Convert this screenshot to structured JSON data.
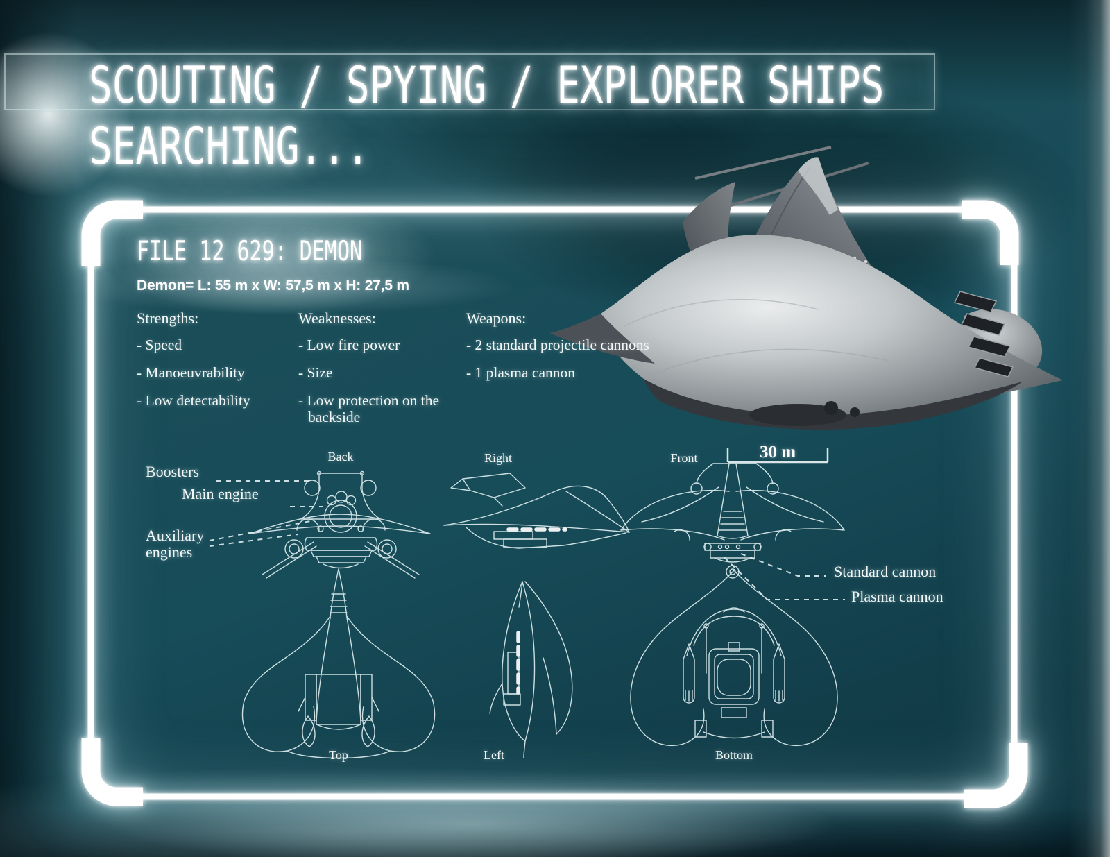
{
  "header": {
    "title": "SCOUTING / SPYING / EXPLORER SHIPS",
    "status": "SEARCHING..."
  },
  "panel": {
    "file_title": "FILE 12 629: DEMON",
    "dimensions": "Demon= L: 55 m x W: 57,5 m x H: 27,5 m",
    "columns": [
      {
        "heading": "Strengths:",
        "items": [
          "- Speed",
          "- Manoeuvrability",
          "- Low detectability"
        ]
      },
      {
        "heading": "Weaknesses:",
        "items": [
          "- Low fire power",
          "- Size",
          "- Low protection on the backside"
        ]
      },
      {
        "heading": "Weapons:",
        "items": [
          "- 2 standard projectile cannons",
          "- 1 plasma cannon"
        ]
      }
    ],
    "views": {
      "back": "Back",
      "right": "Right",
      "front": "Front",
      "top": "Top",
      "left": "Left",
      "bottom": "Bottom"
    },
    "scale_label": "30 m",
    "callouts": {
      "boosters": "Boosters",
      "main_engine": "Main engine",
      "auxiliary_engines": "Auxiliary engines",
      "standard_cannon": "Standard cannon",
      "plasma_cannon": "Plasma cannon"
    }
  },
  "colors": {
    "background": "#16464f",
    "glow": "#ffffff",
    "line_art": "#dcecee"
  }
}
